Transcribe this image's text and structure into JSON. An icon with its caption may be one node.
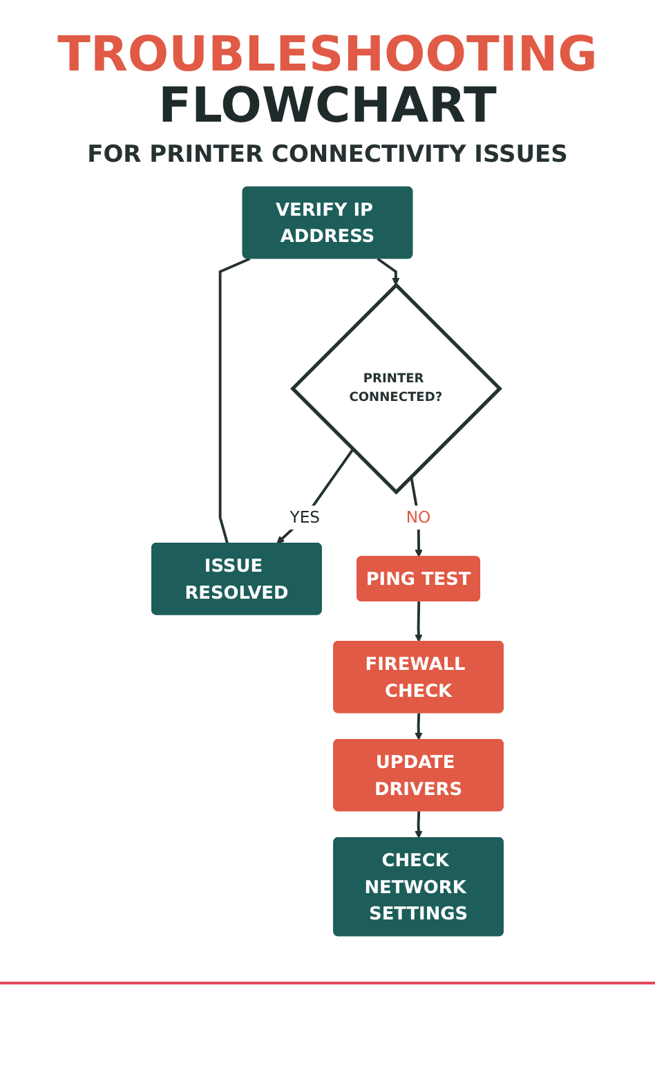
{
  "diagram": {
    "title": "TROUBLESHOOTING FLOWCHART",
    "nodes": [
      {
        "text": [
          "VERIFY IP ADDRESS"
        ]
      },
      {
        "text": [
          "PRINTER CONNECTED?"
        ]
      },
      {
        "text": [
          "ISSUE RESOLVED"
        ]
      },
      {
        "text": [
          "PING TEST"
        ]
      },
      {
        "text": [
          "FIREWALL CHECK"
        ]
      },
      {
        "text": [
          "UPDATE DRIVERS"
        ]
      },
      {
        "text": [
          "CHECK NETWORK SETTINGS"
        ]
      }
    ],
    "edges": [
      {
        "from": 0,
        "to": 1,
        "arrow": "to"
      },
      {
        "from": 1,
        "to": 2,
        "label": "YES",
        "arrow": "to"
      },
      {
        "from": 2,
        "to": 0,
        "arrow": "none"
      },
      {
        "from": 1,
        "to": 3,
        "label": "NO",
        "arrow": "to"
      },
      {
        "from": 3,
        "to": 4,
        "arrow": "to"
      },
      {
        "from": 4,
        "to": 5,
        "arrow": "to"
      },
      {
        "from": 5,
        "to": 6,
        "arrow": "to"
      }
    ],
    "labels": [
      "FOR PRINTER CONNECTIVITY ISSUES"
    ]
  }
}
